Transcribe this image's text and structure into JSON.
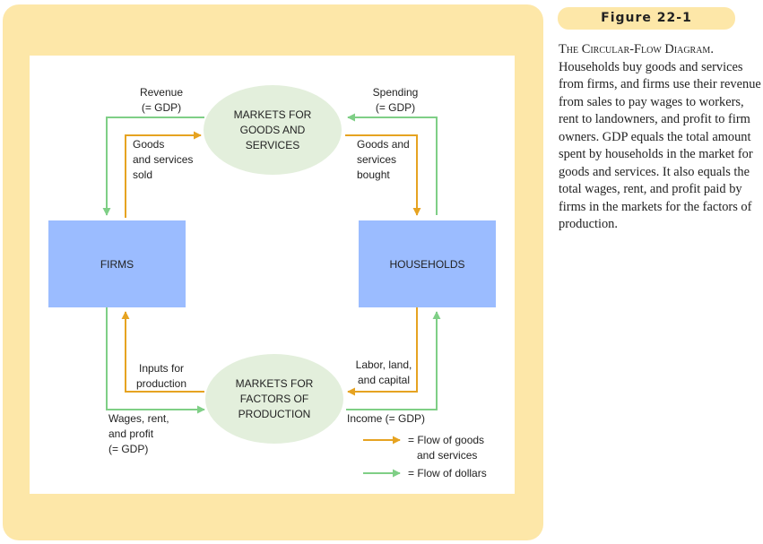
{
  "figure": {
    "label": "Figure 22-1",
    "caption_title": "The Circular-Flow Diagram.",
    "caption_text": "Households buy goods and services from firms, and firms use their revenue from sales to pay wages to workers, rent to landowners, and profit to firm owners. GDP equals the total amount spent by households in the market for goods and services. It also equals the total wages, rent, and profit paid by firms in the markets for the factors of production."
  },
  "diagram": {
    "markets_goods": "MARKETS FOR\nGOODS AND\nSERVICES",
    "markets_factors": "MARKETS FOR\nFACTORS OF\nPRODUCTION",
    "firms": "FIRMS",
    "households": "HOUSEHOLDS",
    "revenue": "Revenue\n(= GDP)",
    "spending": "Spending\n(= GDP)",
    "goods_sold": "Goods\nand services\nsold",
    "goods_bought": "Goods and\nservices\nbought",
    "inputs": "Inputs for\nproduction",
    "labor": "Labor, land,\nand capital",
    "wages": "Wages, rent,\nand profit\n(= GDP)",
    "income": "Income (= GDP)"
  },
  "legend": {
    "goods_flow": "= Flow of goods\n   and services",
    "dollar_flow": "= Flow of dollars"
  },
  "colors": {
    "goods_arrow": "#e6a321",
    "dollar_arrow": "#7fcf86",
    "boxes": "#9bbcff",
    "markets": "#e3efdc",
    "frame": "#fde7a8"
  }
}
